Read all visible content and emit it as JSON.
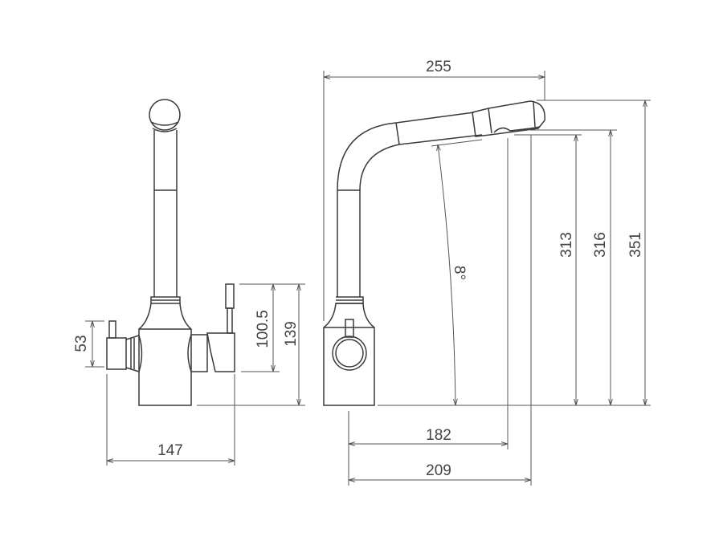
{
  "side_view": {
    "dim_lever_height": "53",
    "dim_handle_height": "100.5",
    "dim_body_height": "139",
    "dim_width": "147"
  },
  "front_view": {
    "dim_reach": "255",
    "dim_total_height": "351",
    "dim_outlet_height_a": "316",
    "dim_outlet_height_b": "313",
    "dim_spout_angle": "8°",
    "dim_outlet_reach_a": "182",
    "dim_outlet_reach_b": "209"
  },
  "colors": {
    "line": "#3a3a3a",
    "text": "#444444"
  }
}
